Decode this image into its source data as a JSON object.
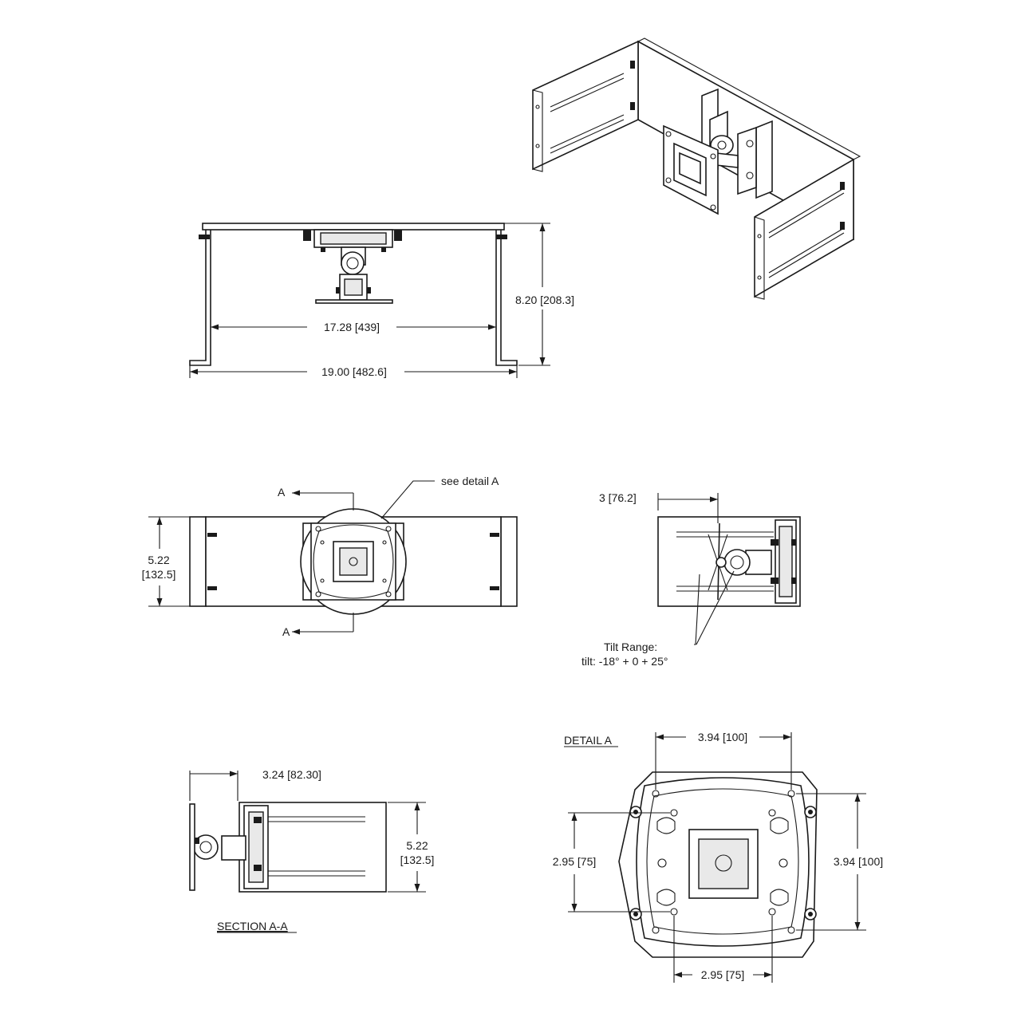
{
  "front_view": {
    "inner_width": "17.28 [439]",
    "overall_width": "19.00 [482.6]",
    "height": "8.20 [208.3]"
  },
  "top_view": {
    "section_marker_top": "A",
    "section_marker_bottom": "A",
    "callout": "see detail A",
    "height_line1": "5.22",
    "height_line2": "[132.5]"
  },
  "side_view": {
    "depth": "3 [76.2]",
    "tilt_label_line1": "Tilt Range:",
    "tilt_label_line2": "tilt: -18° + 0 + 25°"
  },
  "section_aa": {
    "title": "SECTION A-A",
    "depth": "3.24 [82.30]",
    "height_line1": "5.22",
    "height_line2": "[132.5]"
  },
  "detail_a": {
    "title": "DETAIL A",
    "top_width": "3.94 [100]",
    "left_height": "2.95 [75]",
    "right_height": "3.94 [100]",
    "bottom_width": "2.95 [75]"
  }
}
